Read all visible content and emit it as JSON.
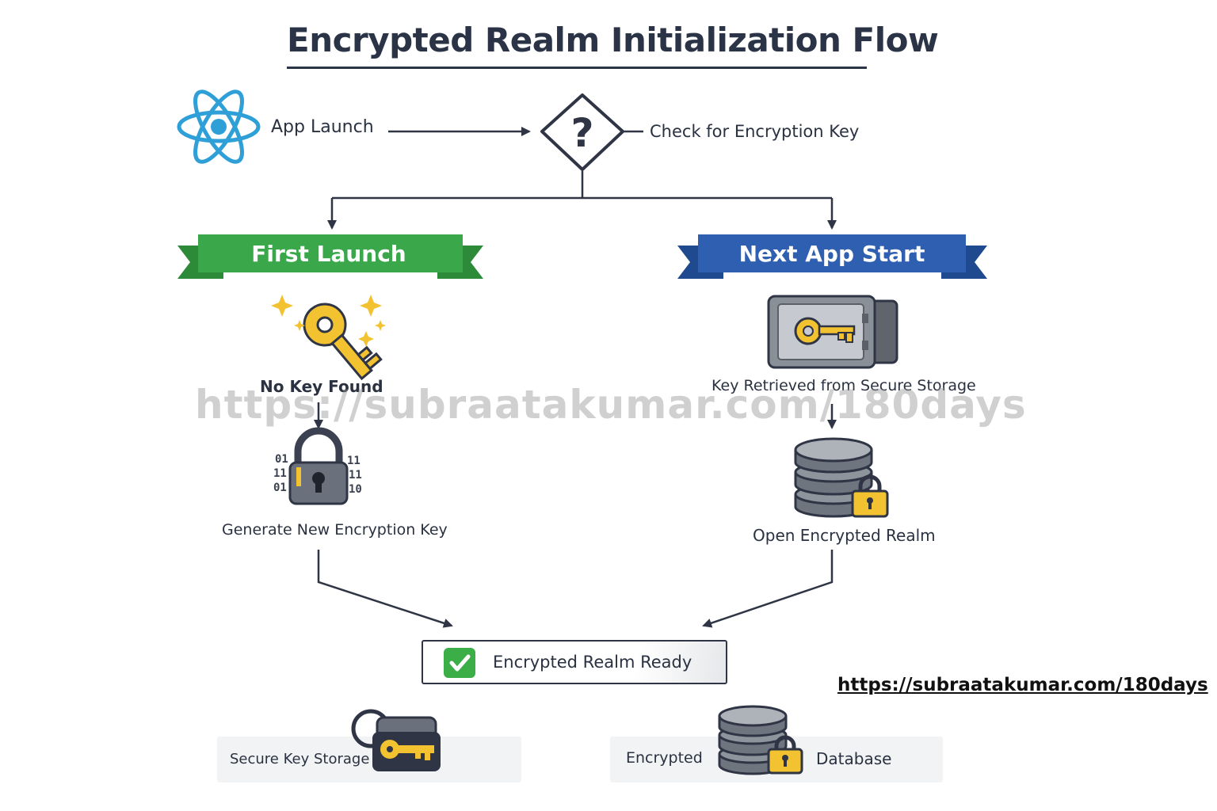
{
  "title": "Encrypted Realm Initialization Flow",
  "start": {
    "label": "App Launch",
    "icon": "react-atom-icon"
  },
  "decision": {
    "symbol": "?",
    "label": "Check for Encryption Key"
  },
  "branches": {
    "left": {
      "banner": "First Launch",
      "color": "#3aa84a"
    },
    "right": {
      "banner": "Next App Start",
      "color": "#2e5fb0"
    }
  },
  "left_steps": [
    {
      "label": "No Key Found",
      "icon": "golden-key-icon"
    },
    {
      "label": "Generate New Encryption Key",
      "icon": "padlock-binary-icon"
    }
  ],
  "right_steps": [
    {
      "label": "Key Retrieved from Secure Storage",
      "icon": "safe-key-icon"
    },
    {
      "label": "Open Encrypted Realm",
      "icon": "database-lock-icon"
    }
  ],
  "result": {
    "label": "Encrypted Realm Ready",
    "icon": "check-icon"
  },
  "legend": {
    "secure_storage": "Secure Key Storage",
    "encrypted_db_left": "Encrypted",
    "encrypted_db_right": "Database"
  },
  "watermark": "https://subraatakumar.com/180days",
  "link": "https://subraatakumar.com/180days"
}
